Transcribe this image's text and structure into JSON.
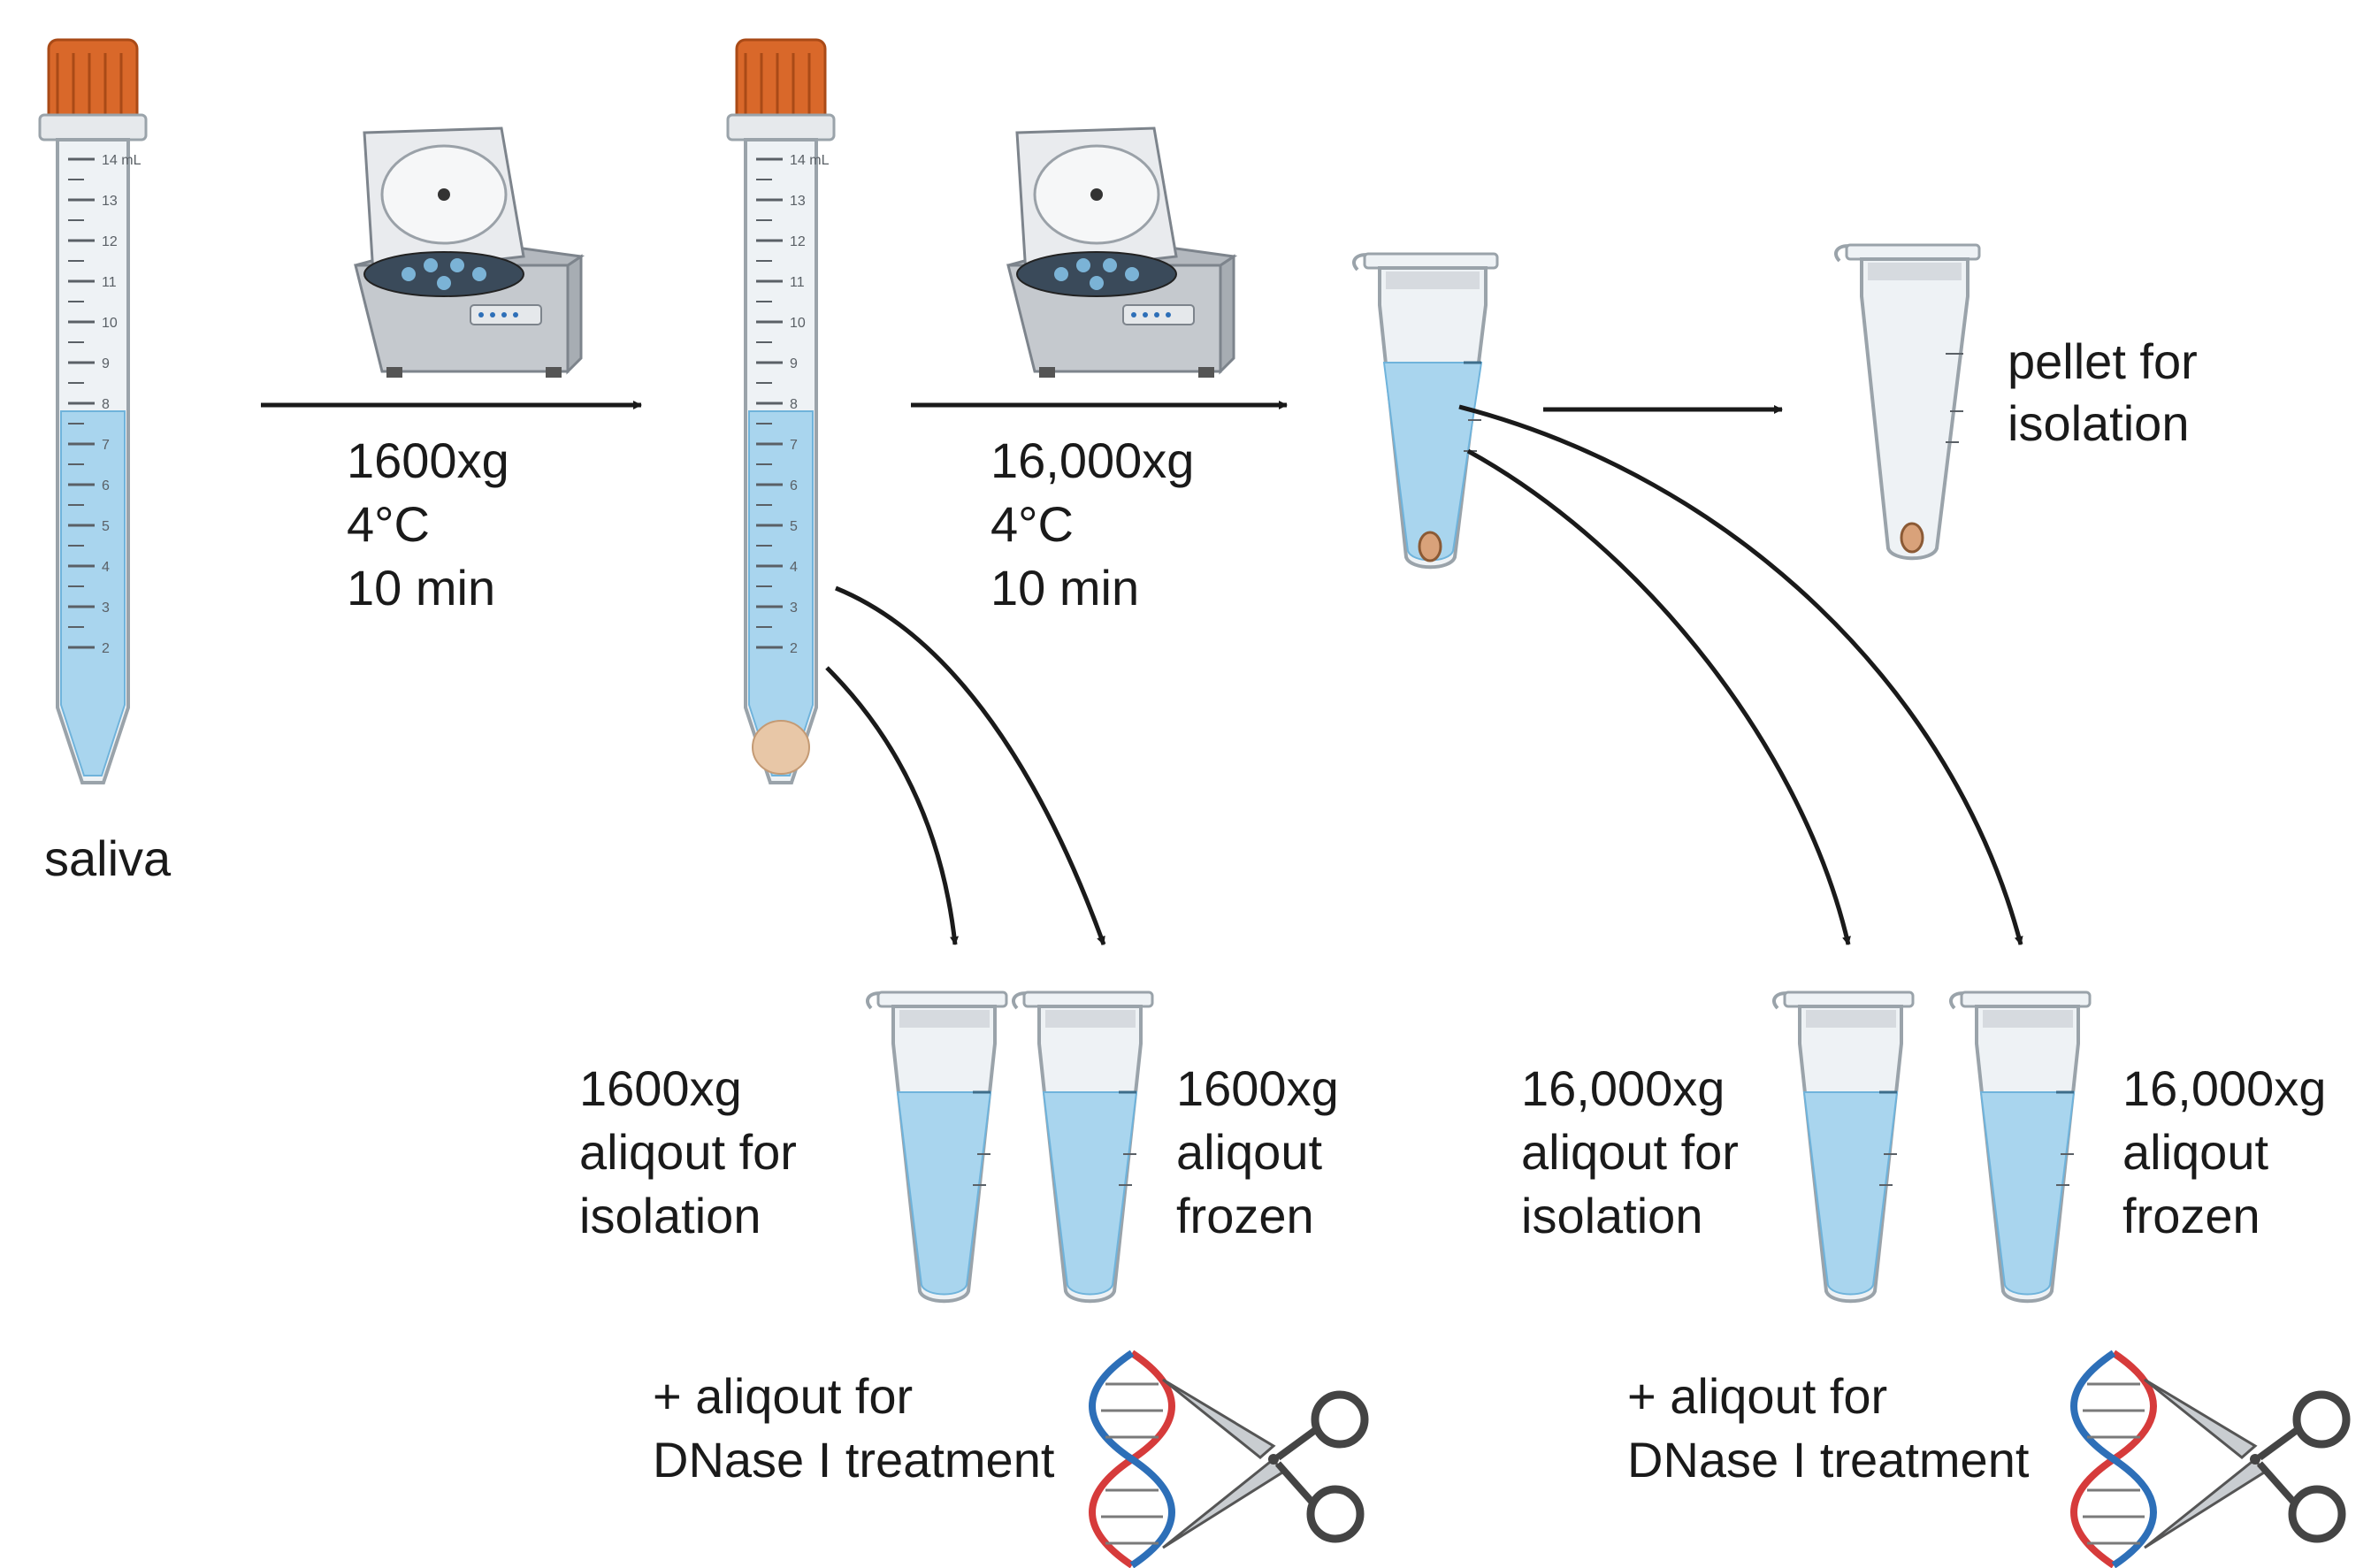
{
  "labels": {
    "saliva": "saliva",
    "step1": {
      "force": "1600xg",
      "temp": "4°C",
      "time": "10 min"
    },
    "step2": {
      "force": "16,000xg",
      "temp": "4°C",
      "time": "10 min"
    },
    "pellet": {
      "line1": "pellet for",
      "line2": "isolation"
    },
    "a1600_iso": {
      "line1": "1600xg",
      "line2": "aliqout for",
      "line3": "isolation"
    },
    "a1600_frz": {
      "line1": "1600xg",
      "line2": "aliqout",
      "line3": "frozen"
    },
    "a16k_iso": {
      "line1": "16,000xg",
      "line2": "aliqout for",
      "line3": "isolation"
    },
    "a16k_frz": {
      "line1": "16,000xg",
      "line2": "aliqout",
      "line3": "frozen"
    },
    "dnase1": {
      "line1": "+ aliqout for",
      "line2": "DNase I treatment"
    },
    "dnase2": {
      "line1": "+ aliqout for",
      "line2": "DNase I treatment"
    }
  },
  "tube_scale": {
    "unit": "mL",
    "marks": [
      "14",
      "13",
      "12",
      "11",
      "10",
      "9",
      "8",
      "7",
      "6",
      "5",
      "4",
      "3",
      "2"
    ]
  },
  "colors": {
    "cap": "#d9682a",
    "cap_dark": "#a94a17",
    "liquid": "#a9d5ee",
    "liquid_edge": "#6fb3db",
    "tube": "#eef2f5",
    "tube_edge": "#9aa3aa",
    "arrow": "#1a1a1a",
    "pellet": "#d9a27a",
    "pellet_edge": "#8b5a35",
    "dna_red": "#d63b3b",
    "dna_blue": "#2d6fb8",
    "centrifuge": "#d4d7dc",
    "centrifuge_dark": "#7d848c"
  },
  "icons": [
    "conical-tube-icon",
    "centrifuge-icon",
    "microtube-icon",
    "dna-icon",
    "scissors-icon"
  ]
}
